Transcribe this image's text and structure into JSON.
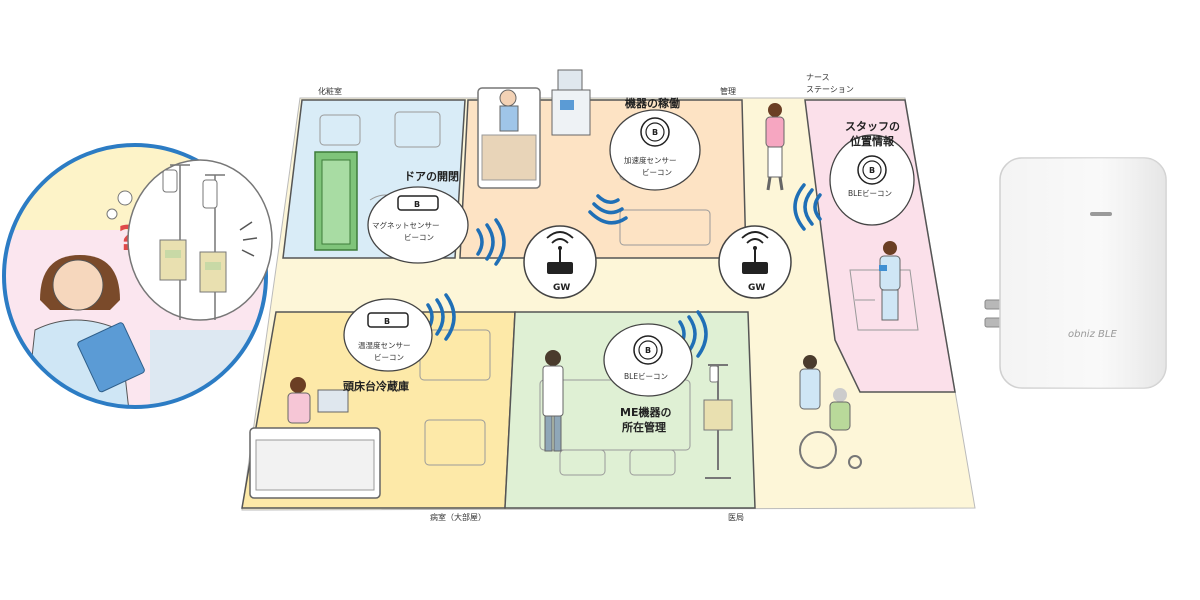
{
  "rooms": {
    "powder_room": "化粧室",
    "management_room": "管理",
    "nurse_station_line1": "ナース",
    "nurse_station_line2": "ステーション",
    "ward_large": "病室（大部屋）",
    "medical_office": "医局"
  },
  "bubbles": {
    "door": {
      "title": "ドアの開閉",
      "line1": "マグネットセンサー",
      "line2": "ビーコン"
    },
    "device_operation": {
      "title": "機器の稼働",
      "line1": "加速度センサー",
      "line2": "ビーコン"
    },
    "staff": {
      "title_line1": "スタッフの",
      "title_line2": "位置情報",
      "line1": "BLEビーコン"
    },
    "fridge": {
      "title": "頭床台冷蔵庫",
      "line1": "温湿度センサー",
      "line2": "ビーコン"
    },
    "me_device": {
      "title_line1": "ME機器の",
      "title_line2": "所在管理",
      "line1": "BLEビーコン"
    }
  },
  "beacon_glyph": "B",
  "gateways": {
    "left": "GW",
    "right": "GW"
  },
  "product": {
    "brand": "obniz BLE"
  },
  "colors": {
    "powder_room": "#d9ecf7",
    "management": "#fde3c4",
    "nurse_station": "#fbe0ea",
    "ward": "#fdf1c7",
    "medical_office": "#dff0d4",
    "corridor": "#fdf6d8",
    "wave": "#1f6fb6",
    "circle_border": "#2c7cc4"
  }
}
